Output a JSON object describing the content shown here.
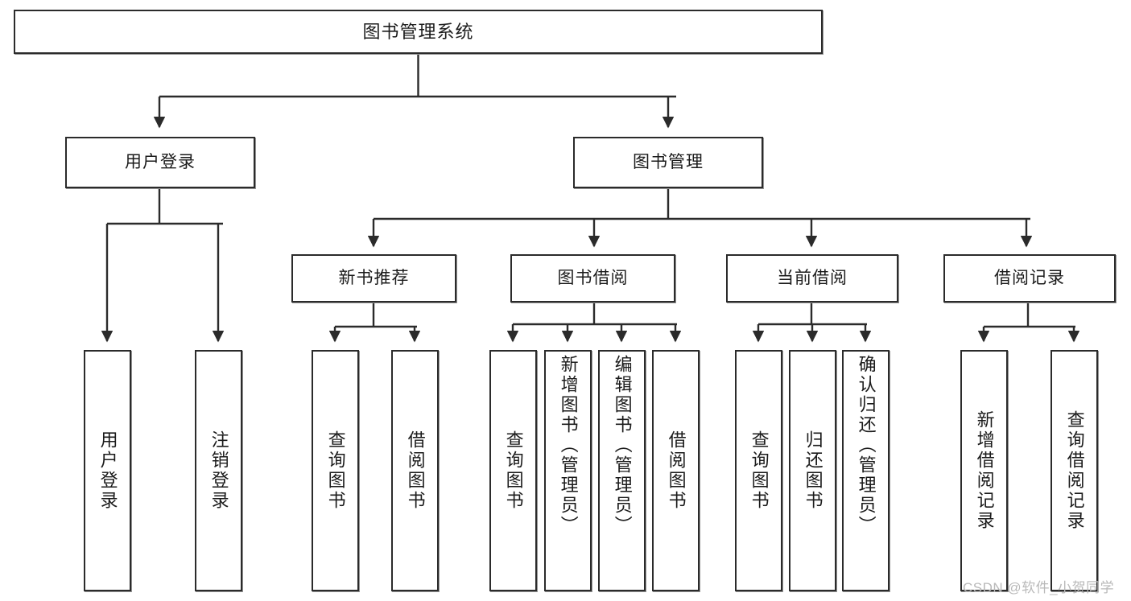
{
  "diagram": {
    "title": "图书管理系统",
    "watermark": "CSDN @软件_小贺同学",
    "accent_color": "#2b2b2b",
    "background_color": "#ffffff",
    "nodes": {
      "root": {
        "label": "图书管理系统"
      },
      "level2": [
        {
          "label": "用户登录"
        },
        {
          "label": "图书管理"
        }
      ],
      "level3": [
        {
          "label": "新书推荐"
        },
        {
          "label": "图书借阅"
        },
        {
          "label": "当前借阅"
        },
        {
          "label": "借阅记录"
        }
      ],
      "leaves": {
        "user_login": [
          {
            "label": "用户登录"
          },
          {
            "label": "注销登录"
          }
        ],
        "new_book": [
          {
            "label": "查询图书"
          },
          {
            "label": "借阅图书"
          }
        ],
        "borrow_book": [
          {
            "label": "查询图书"
          },
          {
            "label": "新增图书（管理员）"
          },
          {
            "label": "编辑图书（管理员）"
          },
          {
            "label": "借阅图书"
          }
        ],
        "current_borrow": [
          {
            "label": "查询图书"
          },
          {
            "label": "归还图书"
          },
          {
            "label": "确认归还（管理员）"
          }
        ],
        "borrow_record": [
          {
            "label": "新增借阅记录"
          },
          {
            "label": "查询借阅记录"
          }
        ]
      }
    }
  }
}
